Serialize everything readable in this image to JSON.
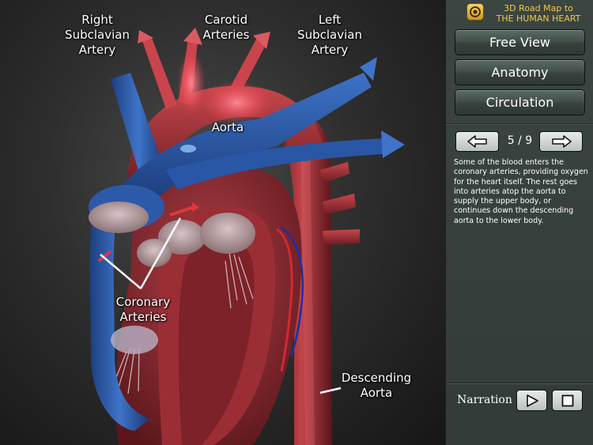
{
  "app": {
    "title": "3D Road Map to\nTHE HUMAN HEART"
  },
  "labels": {
    "right_subclavian": "Right\nSubclavian\nArtery",
    "carotid": "Carotid\nArteries",
    "left_subclavian": "Left\nSubclavian\nArtery",
    "aorta": "Aorta",
    "coronary": "Coronary\nArteries",
    "descending": "Descending\nAorta"
  },
  "nav": {
    "free_view": "Free View",
    "anatomy": "Anatomy",
    "circulation": "Circulation"
  },
  "pager": {
    "indicator": "5 / 9"
  },
  "description": "Some of the blood enters the coronary arteries, providing oxygen for the heart itself. The rest goes into arteries atop the aorta to supply the upper body, or continues down the descending aorta to the lower body.",
  "narration": {
    "label": "Narration"
  },
  "icons": {
    "logo": "app-logo-icon",
    "prev": "arrow-left-icon",
    "next": "arrow-right-icon",
    "play": "play-icon",
    "stop": "stop-icon"
  },
  "colors": {
    "artery_red": "#b3353c",
    "vein_blue": "#2f5fb0",
    "panel_bg": "#37413d",
    "logo_gold": "#f2c94c"
  }
}
